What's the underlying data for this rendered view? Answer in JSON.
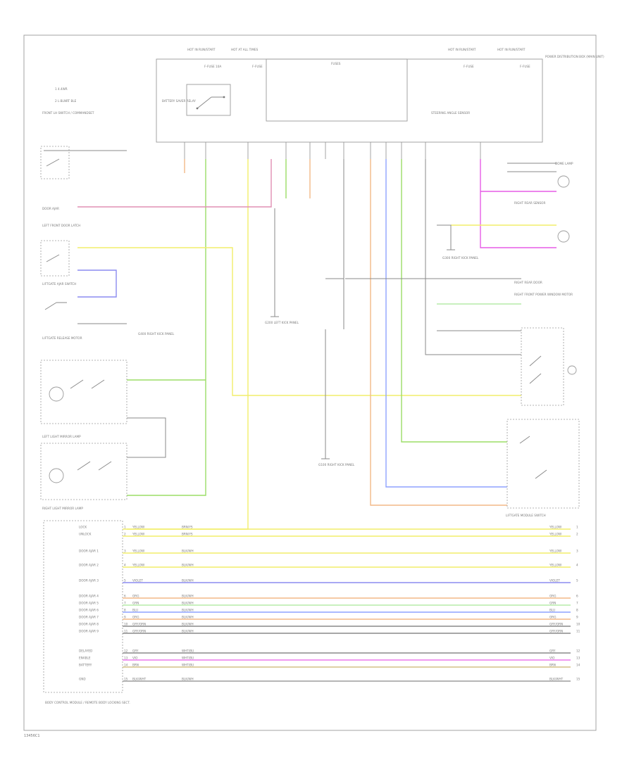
{
  "legend": {
    "item1": "1  4.4WR",
    "item2": "2  L-BLNRT BLE"
  },
  "header_labels": {
    "left_a": "HOT IN RUN/START",
    "left_b": "HOT AT ALL TIMES",
    "right_a": "HOT IN RUN/START",
    "right_b": "HOT IN RUN/START",
    "fuse_a": "F-FUSE 10A",
    "fuse_b": "F-FUSE",
    "fuse_c": "F-FUSE",
    "fuse_d": "F-FUSE",
    "center": "FUSES",
    "relay": "BATTERY SAVER RELAY",
    "right_box": "POWER DISTRIBUTION BOX (MAIN UNIT)",
    "ctrl": "STEERING ANGLE SENSOR"
  },
  "components": {
    "left_sw": "FRONT LH SWITCH / COMMANDSET",
    "door_ajar": "DOOR AJAR",
    "left_front": "LEFT FRONT DOOR LATCH",
    "liftgate": "LIFTGATE AJAR SWITCH",
    "liftgate_motor": "LIFTGATE RELEASE MOTOR",
    "left_lamp": "LEFT LIGHT MIRROR LAMP",
    "right_lamp": "RIGHT LIGHT MIRROR LAMP",
    "body_ctrl": "BODY CONTROL MODULE / REMOTE BODY LOCKING SECT.",
    "right_lh": "RIGHT REAR DOOR",
    "rh_sensor": "RIGHT REAR SENSOR",
    "rear_pwr": "RIGHT FRONT POWER WINDOW MOTOR",
    "liftgate_ctrl": "LIFTGATE MODULE SWITCH",
    "dome": "DOME LAMP",
    "g100": "G100 RIGHT KICK PANEL",
    "g200": "G200 LEFT KICK PANEL",
    "g300": "G300 RIGHT KICK PANEL",
    "g400": "G400 RIGHT KICK PANEL"
  },
  "wire_colors": {
    "yellow": "#f2ee6a",
    "green": "#9bdd66",
    "violet": "#8c8cf0",
    "pink": "#e08fb4",
    "magenta": "#e65ce6",
    "orange": "#f3b987",
    "mint": "#b6eba8",
    "blue": "#8ea2ff",
    "olive": "#c9b46e",
    "red": "#d88a8a",
    "gray": "#8a8a8a"
  },
  "bus_rows": [
    {
      "pin": "1",
      "color": "YELLOW",
      "circuit": "BRN/YS",
      "sig": "LOCK"
    },
    {
      "pin": "2",
      "color": "YELLOW",
      "circuit": "BRN/YS",
      "sig": "UNLOCK"
    },
    {
      "pin": "3",
      "color": "YELLOW",
      "circuit": "BLK/WH",
      "sig": "DOOR AJAR 1"
    },
    {
      "pin": "4",
      "color": "YELLOW",
      "circuit": "BLK/WH",
      "sig": "DOOR AJAR 2"
    },
    {
      "pin": "5",
      "color": "VIOLET",
      "circuit": "BLK/WH",
      "sig": "DOOR AJAR 3"
    },
    {
      "pin": "6",
      "color": "ORG",
      "circuit": "BLK/WH",
      "sig": "DOOR AJAR 4"
    },
    {
      "pin": "7",
      "color": "GRN",
      "circuit": "BLK/WH",
      "sig": "DOOR AJAR 5"
    },
    {
      "pin": "8",
      "color": "BLU",
      "circuit": "BLK/WH",
      "sig": "DOOR AJAR 6"
    },
    {
      "pin": "9",
      "color": "ORG",
      "circuit": "BLK/WH",
      "sig": "DOOR AJAR 7"
    },
    {
      "pin": "10",
      "color": "GRY/ORN",
      "circuit": "BLK/WH",
      "sig": "DOOR AJAR 8"
    },
    {
      "pin": "11",
      "color": "GRY/ORN",
      "circuit": "BLK/WH",
      "sig": "DOOR AJAR 9"
    },
    {
      "pin": "12",
      "color": "GRY",
      "circuit": "WHT/BU",
      "sig": "DELAYED"
    },
    {
      "pin": "13",
      "color": "VIO",
      "circuit": "WHT/BU",
      "sig": "ENABLE"
    },
    {
      "pin": "14",
      "color": "BRN",
      "circuit": "WHT/BU",
      "sig": "BATTERY"
    },
    {
      "pin": "15",
      "color": "BLK/WHT",
      "circuit": "BLK/WH",
      "sig": "GND"
    }
  ],
  "footer": "13456C1"
}
